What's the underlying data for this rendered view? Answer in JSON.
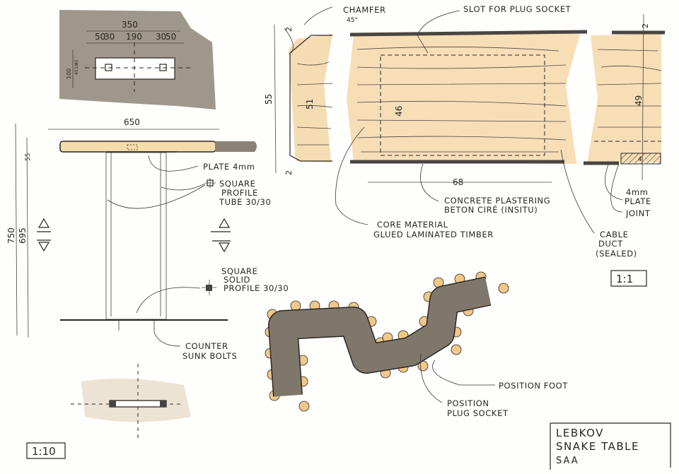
{
  "title_block": {
    "line1": "LEBKOV",
    "line2": "SNAKE TABLE",
    "line3": "SAA"
  },
  "plan_detail": {
    "overall": "350",
    "dims": [
      "50",
      "30",
      "190",
      "30",
      "50"
    ],
    "side_dims": [
      "100",
      "45",
      "10",
      "45"
    ]
  },
  "elevation": {
    "width": "650",
    "top_thickness": "55",
    "height": "750",
    "leg_height": "695",
    "scale": "1:10",
    "labels": {
      "plate": "PLATE 4mm",
      "tube": [
        "SQUARE",
        "PROFILE",
        "TUBE 30/30"
      ],
      "solid": [
        "SQUARE",
        "SOLID",
        "PROFILE 30/30"
      ],
      "bolts": [
        "COUNTER",
        "SUNK BOLTS"
      ]
    }
  },
  "section": {
    "chamfer": [
      "CHAMFER",
      "45°"
    ],
    "slot": "SLOT FOR PLUG SOCKET",
    "dims": {
      "top": "2",
      "height": "55",
      "inner": "51",
      "slot_depth": "46",
      "bottom": "2",
      "slot_width": "68",
      "right_top": "2",
      "right_inner": "49",
      "right_plate": "4"
    },
    "concrete": [
      "CONCRETE PLASTERING",
      "BETON CIRÉ (INSITU)"
    ],
    "core": [
      "CORE MATERIAL",
      "GLUED LAMINATED TIMBER"
    ],
    "cable": [
      "CABLE",
      "DUCT",
      "(SEALED)"
    ],
    "plate": [
      "4mm",
      "PLATE"
    ],
    "joint": "JOINT",
    "scale": "1:1"
  },
  "snake_plan": {
    "foot": "POSITION FOOT",
    "socket": [
      "POSITION",
      "PLUG SOCKET"
    ]
  },
  "colors": {
    "ink": "#2a2622",
    "wood": "#f2c98e",
    "concrete": "#8a8275",
    "chair": "#f0c88a"
  }
}
